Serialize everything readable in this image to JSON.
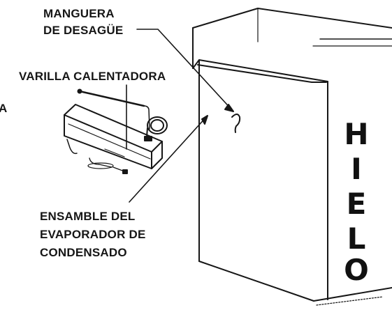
{
  "labels": {
    "drain_hose": [
      "MANGUERA",
      "DE DESAGÜE"
    ],
    "heater_rod": "VARILLA CALENTADORA",
    "partial_left": "A",
    "evaporator_assembly": [
      "ENSAMBLE DEL",
      "EVAPORADOR DE",
      "CONDENSADO"
    ]
  },
  "bin_text": [
    "H",
    "I",
    "E",
    "L",
    "O"
  ],
  "colors": {
    "ink": "#161616",
    "background": "#ffffff"
  }
}
